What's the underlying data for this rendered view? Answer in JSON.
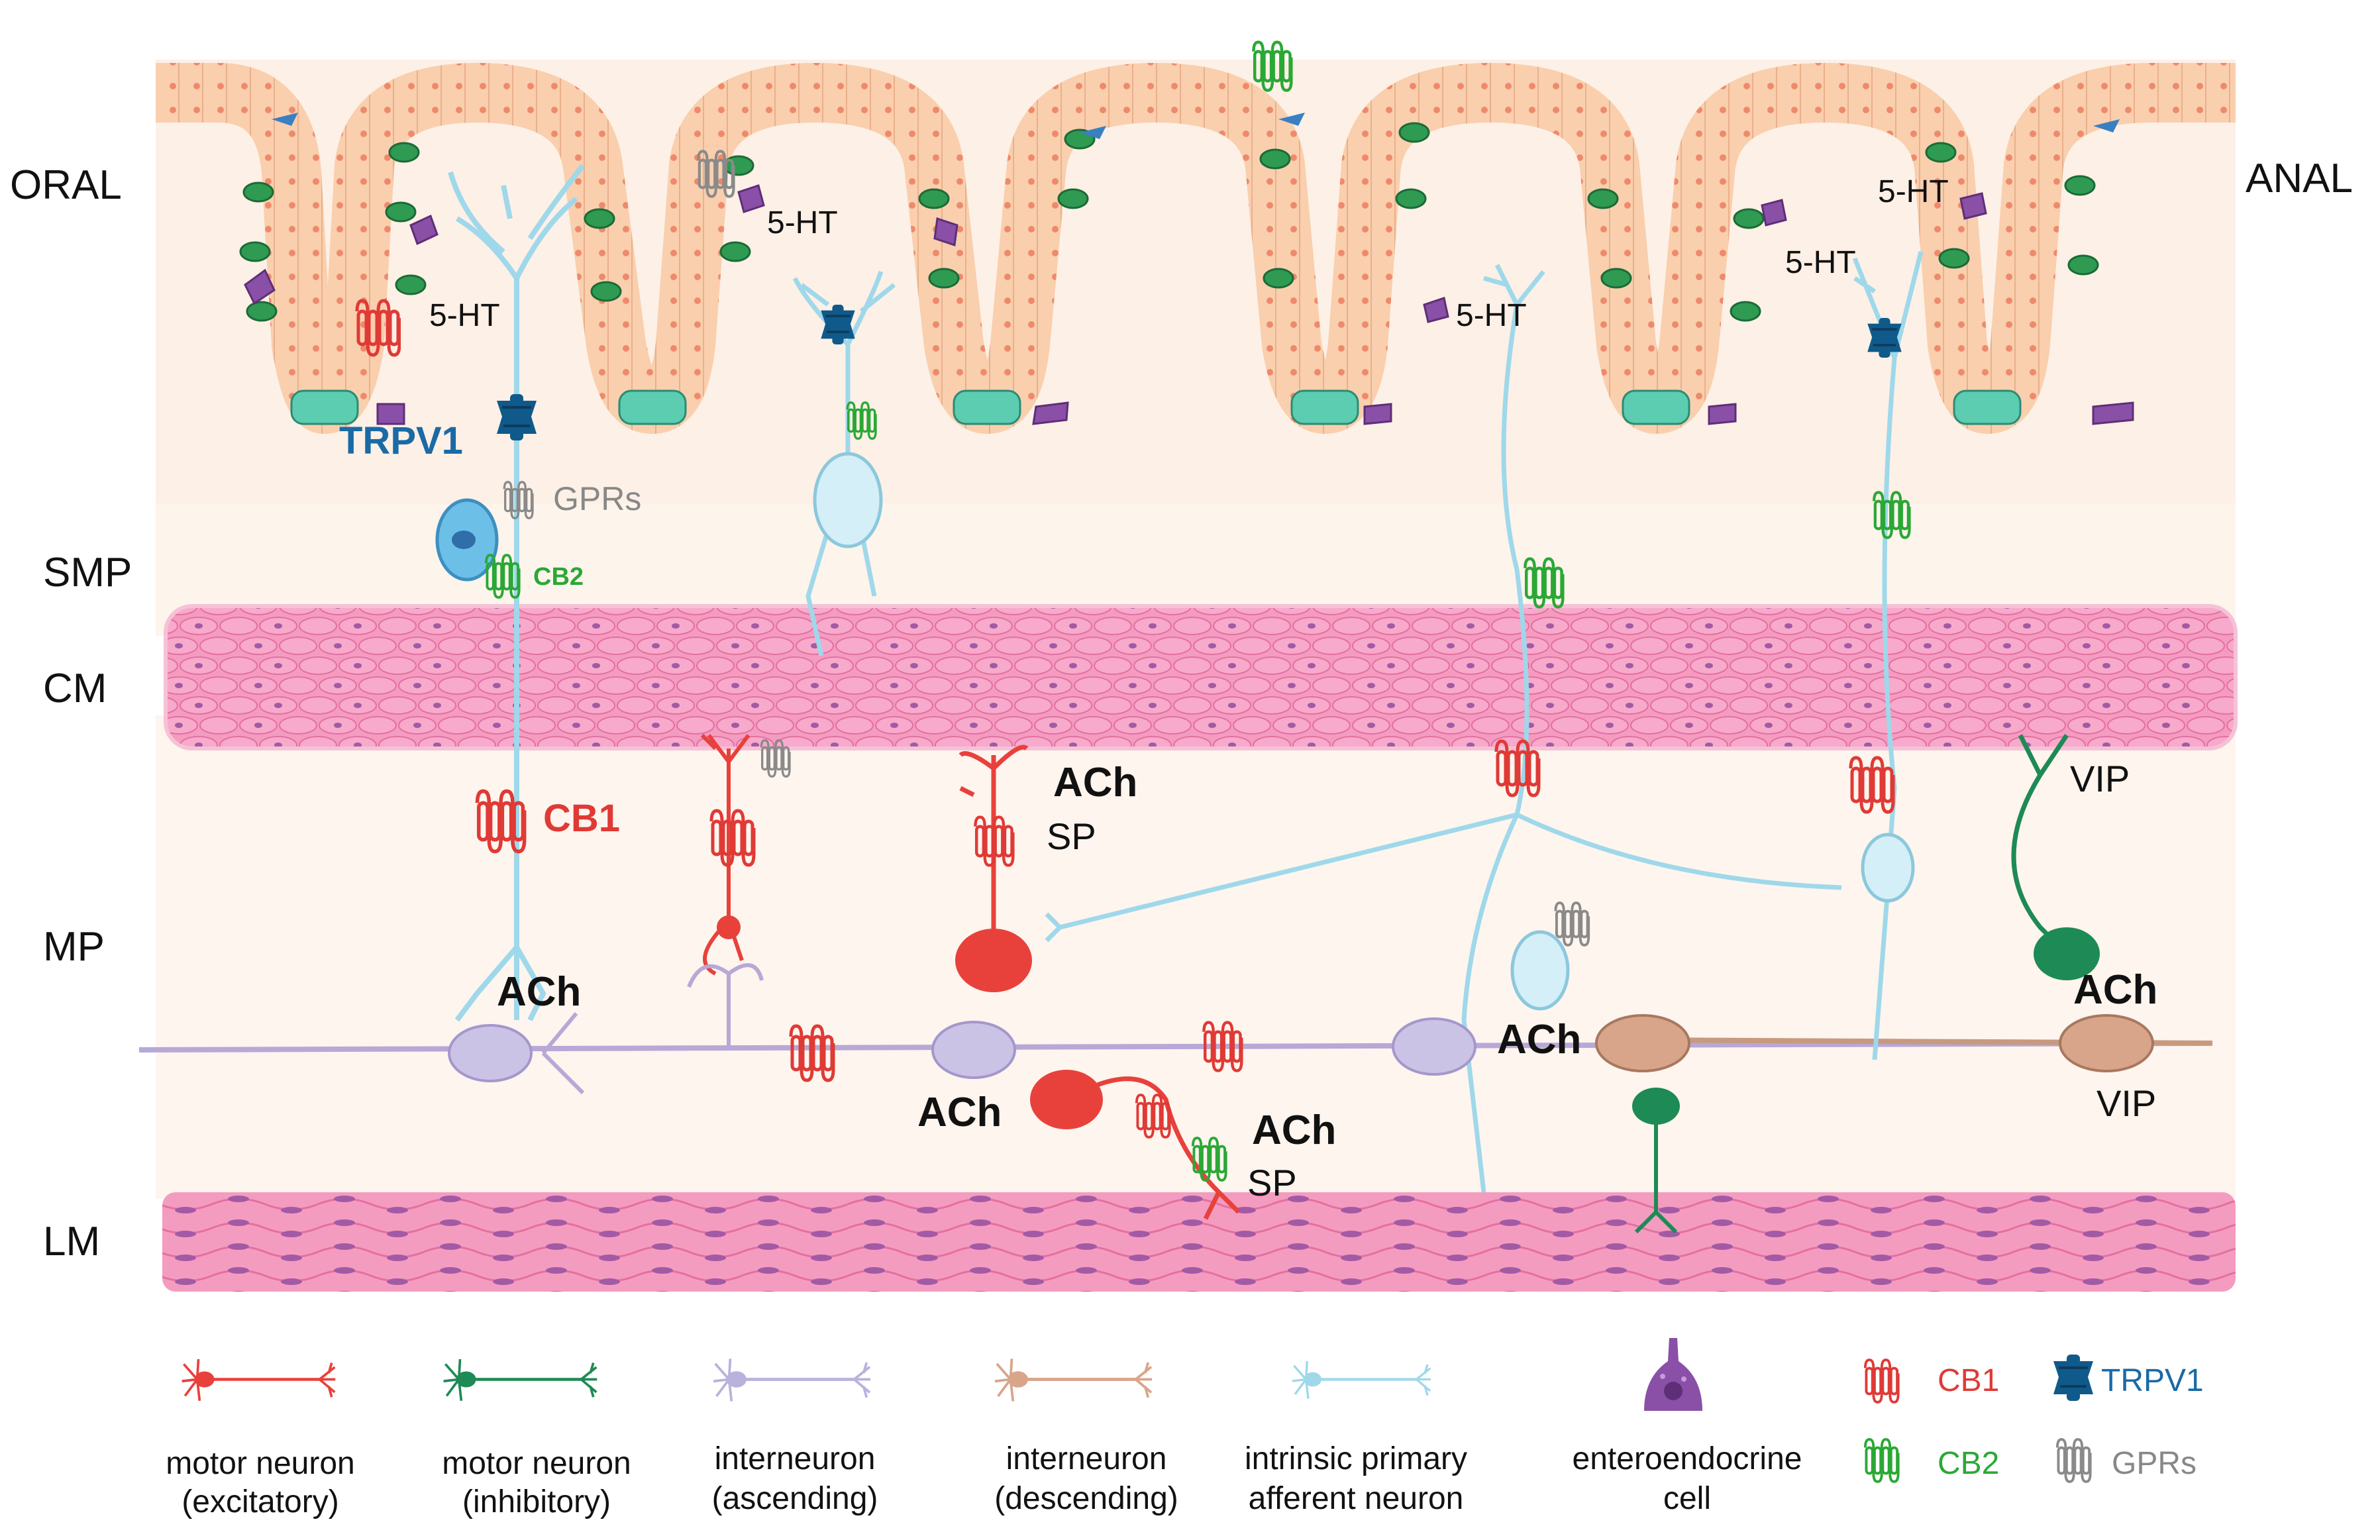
{
  "direction": {
    "oral": "ORAL",
    "anal": "ANAL"
  },
  "layers": {
    "smp": "SMP",
    "cm": "CM",
    "mp": "MP",
    "lm": "LM"
  },
  "receptor_labels": {
    "trpv1": "TRPV1",
    "gprs": "GPRs",
    "cb2": "CB2",
    "cb1": "CB1"
  },
  "transmitters": {
    "ht5_a": "5-HT",
    "ht5_b": "5-HT",
    "ht5_c": "5-HT",
    "ht5_d": "5-HT",
    "ht5_e": "5-HT",
    "ach_1": "ACh",
    "ach_2": "ACh",
    "ach_3": "ACh",
    "ach_4": "ACh",
    "ach_5": "ACh",
    "ach_6": "ACh",
    "sp_1": "SP",
    "sp_2": "SP",
    "vip_1": "VIP",
    "vip_2": "VIP"
  },
  "legend": {
    "neurons": [
      {
        "line1": "motor neuron",
        "line2": "(excitatory)",
        "color": "#e8413c",
        "icon": "excitatory-motor-neuron-icon"
      },
      {
        "line1": "motor neuron",
        "line2": "(inhibitory)",
        "color": "#1e8a55",
        "icon": "inhibitory-motor-neuron-icon"
      },
      {
        "line1": "interneuron",
        "line2": "(ascending)",
        "color": "#b9b2dc",
        "icon": "ascending-interneuron-icon"
      },
      {
        "line1": "interneuron",
        "line2": "(descending)",
        "color": "#d9a58a",
        "icon": "descending-interneuron-icon"
      },
      {
        "line1": "intrinsic primary",
        "line2": "afferent neuron",
        "color": "#9fd8ea",
        "icon": "afferent-neuron-icon"
      },
      {
        "line1": "enteroendocrine",
        "line2": "cell",
        "color": "#8a4fa6",
        "icon": "enteroendocrine-cell-icon"
      }
    ],
    "receptors": [
      {
        "label": "CB1",
        "color": "#e03a36",
        "icon": "cb1-receptor-icon"
      },
      {
        "label": "TRPV1",
        "color": "#1a6aa6",
        "icon": "trpv1-channel-icon"
      },
      {
        "label": "CB2",
        "color": "#2aa835",
        "icon": "cb2-receptor-icon"
      },
      {
        "label": "GPRs",
        "color": "#888888",
        "icon": "gpr-receptor-icon"
      }
    ]
  },
  "colors": {
    "mucosa_bg": "#fdf0e6",
    "epithelium": "#f9d2b4",
    "muscle": "#f28fb5",
    "muscle_dark": "#e66fa0",
    "afferent": "#9fd8ea",
    "cb1": "#e03a36",
    "cb2": "#2aa835",
    "trpv1": "#1a6aa6",
    "gpr": "#888888"
  }
}
